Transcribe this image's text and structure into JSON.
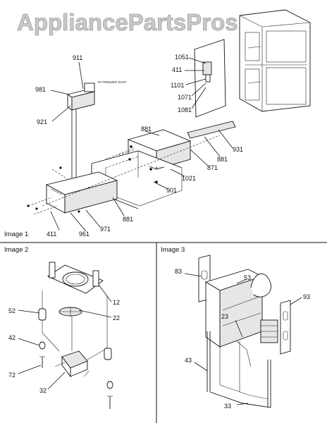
{
  "watermark": "AppliancePartsPros.com",
  "sections": {
    "image1": "Image 1",
    "image2": "Image 2",
    "image3": "Image 3"
  },
  "tiny_label": "TO FREEZER EVAP",
  "callouts": {
    "image1": [
      "911",
      "981",
      "921",
      "1051",
      "411",
      "1101",
      "1071",
      "1081",
      "881",
      "931",
      "881",
      "871",
      "1021",
      "901",
      "881",
      "971",
      "961",
      "411"
    ],
    "image2": [
      "12",
      "52",
      "22",
      "42",
      "72",
      "32"
    ],
    "image3": [
      "83",
      "53",
      "93",
      "23",
      "43",
      "33"
    ]
  }
}
